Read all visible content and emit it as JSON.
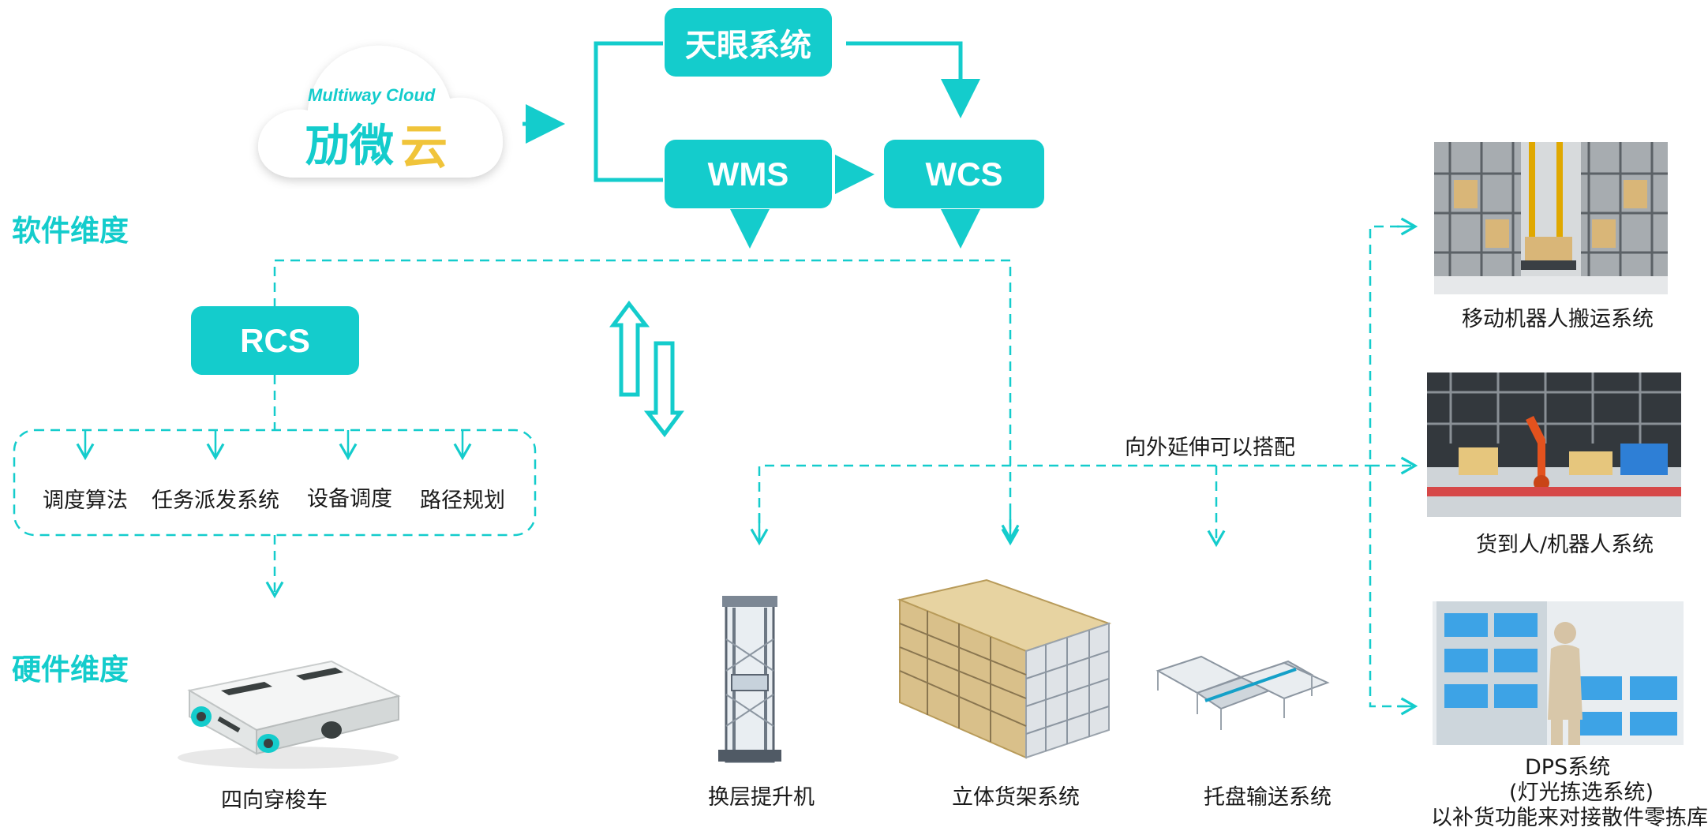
{
  "cloud": {
    "brand_en": "Multiway Cloud",
    "brand_cn": "劢微",
    "brand_mark": "云"
  },
  "software_systems": {
    "tianyan": "天眼系统",
    "wms": "WMS",
    "wcs": "WCS",
    "rcs": "RCS"
  },
  "dimensions": {
    "software": "软件维度",
    "hardware": "硬件维度"
  },
  "rcs_functions": [
    "调度算法",
    "任务派发系统",
    "设备调度",
    "路径规划"
  ],
  "hardware": {
    "shuttle": "四向穿梭车",
    "lift": "换层提升机",
    "rack": "立体货架系统",
    "pallet_conveyor": "托盘输送系统"
  },
  "extension_label": "向外延伸可以搭配",
  "extensions": {
    "mobile_robot": "移动机器人搬运系统",
    "goods_to_person": "货到人/机器人系统",
    "dps_line1": "DPS系统",
    "dps_line2": "(灯光拣选系统)",
    "dps_line3": "以补货功能来对接散件零拣库"
  },
  "colors": {
    "accent": "#14cccc",
    "text": "#1a1a1a"
  }
}
